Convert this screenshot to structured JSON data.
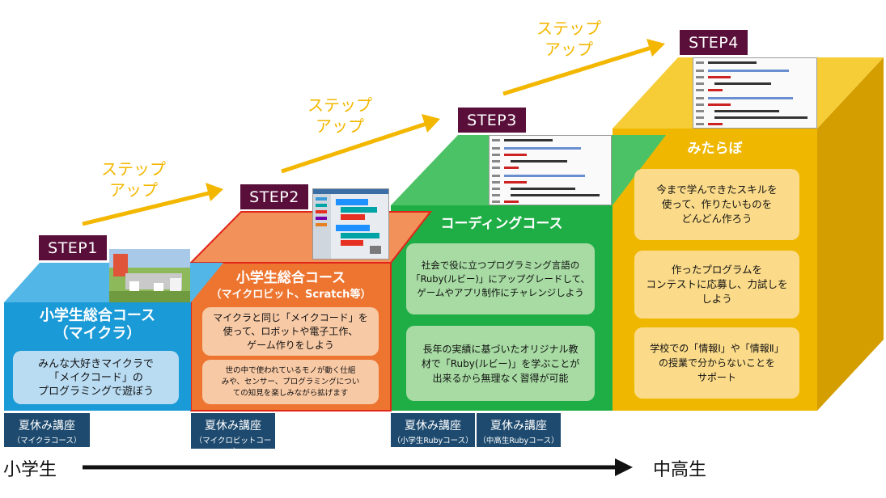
{
  "steps": [
    {
      "label": "STEP1"
    },
    {
      "label": "STEP2"
    },
    {
      "label": "STEP3"
    },
    {
      "label": "STEP4"
    }
  ],
  "step_up": [
    {
      "line1": "ステップ",
      "line2": "アップ"
    },
    {
      "line1": "ステップ",
      "line2": "アップ"
    },
    {
      "line1": "ステップ",
      "line2": "アップ"
    }
  ],
  "course1": {
    "title1": "小学生総合コース",
    "title2": "（マイクラ）",
    "card1": [
      "みんな大好きマイクラで",
      "「メイクコード」の",
      "プログラミングで遊ぼう"
    ]
  },
  "course2": {
    "title1": "小学生総合コース",
    "title2": "（マイクロビット、Scratch等）",
    "card1": [
      "マイクラと同じ「メイクコード」を",
      "使って、ロボットや電子工作、",
      "ゲーム作りをしよう"
    ],
    "card2": [
      "世の中で使われているモノが動く仕組",
      "みや、センサー、プログラミングについ",
      "ての知見を楽しみながら拡げます"
    ]
  },
  "course3": {
    "title1": "コーディングコース",
    "card1": [
      "社会で役に立つプログラミング言語の",
      "「Ruby(ルビー)」にアップグレードして、",
      "ゲームやアプリ制作にチャレンジしよう"
    ],
    "card2": [
      "長年の実績に基づいたオリジナル教",
      "材で「Ruby(ルビー)」を学ぶことが",
      "出来るから無理なく習得が可能"
    ]
  },
  "course4": {
    "title1": "みたらぼ",
    "card1": [
      "今まで学んできたスキルを",
      "使って、作りたいものを",
      "どんどん作ろう"
    ],
    "card2": [
      "作ったプログラムを",
      "コンテストに応募し、力試しを",
      "しよう"
    ],
    "card3": [
      "学校での「情報Ⅰ」や「情報Ⅱ」",
      "の授業で分からないことを",
      "サポート"
    ]
  },
  "summer": [
    {
      "title": "夏休み講座",
      "sub": "（マイクラコース）"
    },
    {
      "title": "夏休み講座",
      "sub": "（マイクロビットコース）"
    },
    {
      "title": "夏休み講座",
      "sub": "（小学生Rubyコース）"
    },
    {
      "title": "夏休み講座",
      "sub": "（中高生Rubyコース）"
    }
  ],
  "axis": {
    "start": "小学生",
    "end": "中高生"
  },
  "colors": {
    "step1_front": "#1a9ad6",
    "step1_top": "#52b7e6",
    "step2_front": "#ed7530",
    "step2_top": "#f2915a",
    "step2_border": "#e0261b",
    "step3_front": "#1fae45",
    "step3_top": "#4cc266",
    "step4_front": "#efb700",
    "step4_top": "#f6cd37",
    "step4_side": "#d49e00",
    "arrow": "#f3b700",
    "label_bg": "#5a0f3a",
    "summer_bg": "#1d4a6e"
  }
}
